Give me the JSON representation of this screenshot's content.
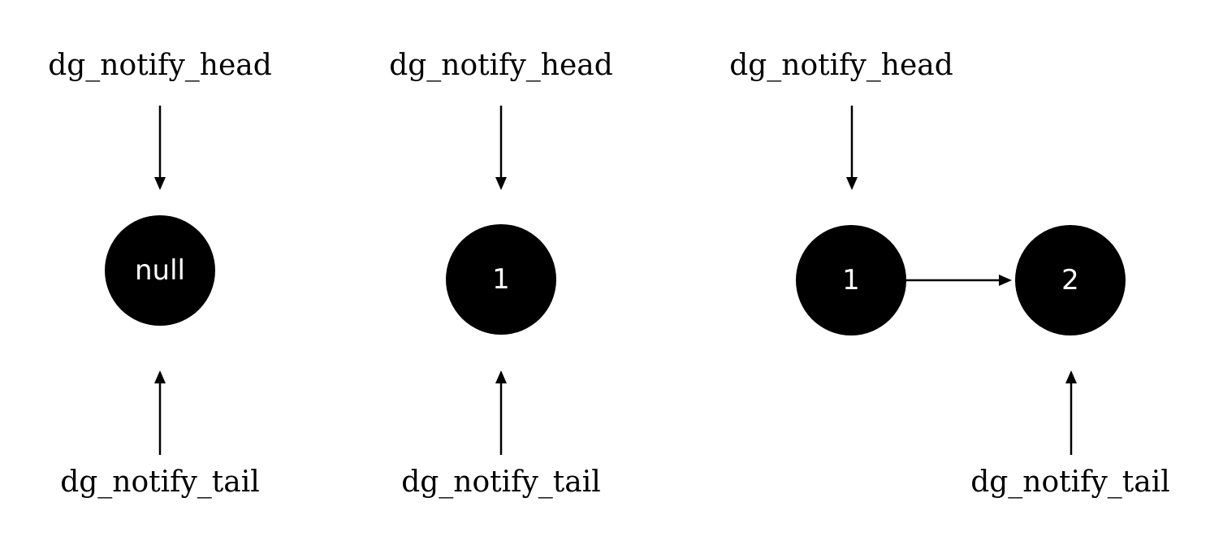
{
  "colors": {
    "node_fill": "#000000",
    "node_text": "#ffffff",
    "line": "#000000",
    "background": "#ffffff"
  },
  "panels": [
    {
      "head_label": "dg_notify_head",
      "tail_label": "dg_notify_tail",
      "nodes": [
        {
          "label": "null"
        }
      ]
    },
    {
      "head_label": "dg_notify_head",
      "tail_label": "dg_notify_tail",
      "nodes": [
        {
          "label": "1"
        }
      ]
    },
    {
      "head_label": "dg_notify_head",
      "tail_label": "dg_notify_tail",
      "nodes": [
        {
          "label": "1"
        },
        {
          "label": "2"
        }
      ]
    }
  ]
}
